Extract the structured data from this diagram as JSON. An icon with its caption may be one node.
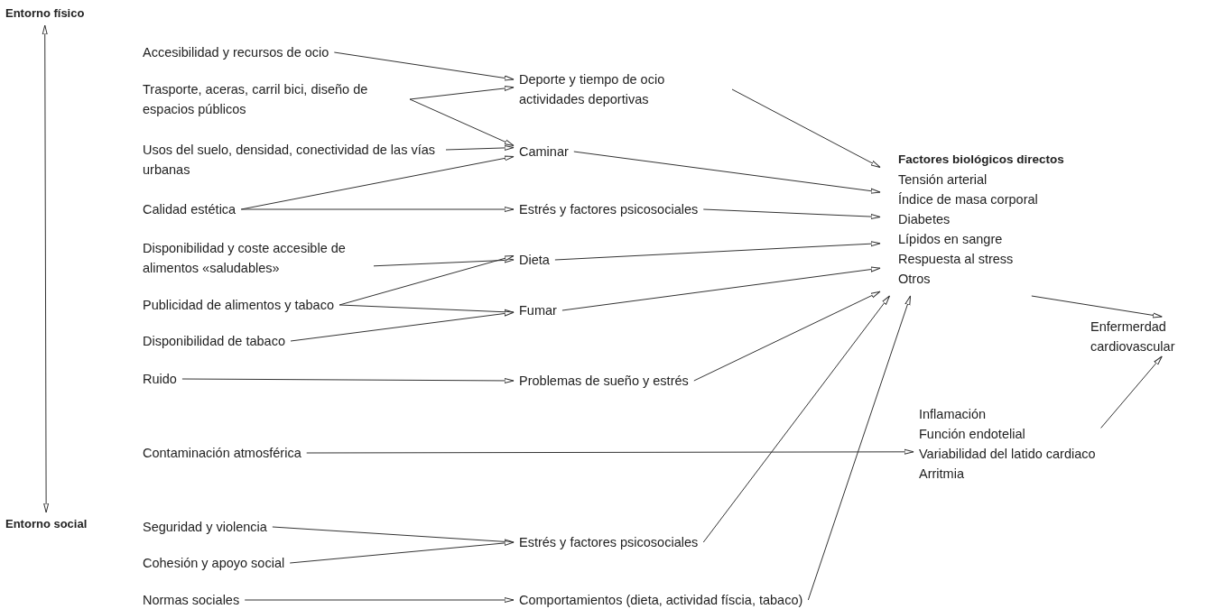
{
  "diagram": {
    "nodes": [
      {
        "text": [
          "Entorno físico"
        ]
      },
      {
        "text": [
          "Entorno social"
        ]
      },
      {
        "text": [
          "Accesibilidad y recursos de ocio"
        ]
      },
      {
        "text": [
          "Trasporte, aceras, carril bici, diseño de espacios públicos"
        ]
      },
      {
        "text": [
          "Usos del suelo, densidad, conectividad de las vías urbanas"
        ]
      },
      {
        "text": [
          "Calidad estética"
        ]
      },
      {
        "text": [
          "Disponibilidad y coste accesible de alimentos «saludables»"
        ]
      },
      {
        "text": [
          "Publicidad de alimentos y tabaco"
        ]
      },
      {
        "text": [
          "Disponibilidad de tabaco"
        ]
      },
      {
        "text": [
          "Ruido"
        ]
      },
      {
        "text": [
          "Contaminación atmosférica"
        ]
      },
      {
        "text": [
          "Seguridad y violencia"
        ]
      },
      {
        "text": [
          "Cohesión y apoyo social"
        ]
      },
      {
        "text": [
          "Normas sociales"
        ]
      },
      {
        "text": [
          "Deporte y tiempo de ocio actividades deportivas"
        ]
      },
      {
        "text": [
          "Caminar"
        ]
      },
      {
        "text": [
          "Estrés y factores psicosociales"
        ]
      },
      {
        "text": [
          "Dieta"
        ]
      },
      {
        "text": [
          "Fumar"
        ]
      },
      {
        "text": [
          "Problemas de sueño y estrés"
        ]
      },
      {
        "text": [
          "Estrés y factores psicosociales"
        ]
      },
      {
        "text": [
          "Comportamientos (dieta, actividad físcia, tabaco)"
        ]
      },
      {
        "text": [
          "Factores biológicos directos",
          "Tensión arterial",
          "Índice de masa corporal",
          "Diabetes",
          "Lípidos en sangre",
          "Respuesta al stress",
          "Otros"
        ]
      },
      {
        "text": [
          "Inflamación",
          "Función endotelial",
          "Variabilidad del latido cardiaco",
          "Arritmia"
        ]
      },
      {
        "text": [
          "Enfermerdad cardiovascular"
        ]
      }
    ],
    "edges": [
      {
        "from": 0,
        "to": 1,
        "arrow": "both"
      },
      {
        "from": 2,
        "to": 14,
        "arrow": "to"
      },
      {
        "from": 3,
        "to": 14,
        "arrow": "to"
      },
      {
        "from": 3,
        "to": 15,
        "arrow": "to"
      },
      {
        "from": 4,
        "to": 15,
        "arrow": "to"
      },
      {
        "from": 5,
        "to": 15,
        "arrow": "to"
      },
      {
        "from": 5,
        "to": 16,
        "arrow": "to"
      },
      {
        "from": 6,
        "to": 17,
        "arrow": "to"
      },
      {
        "from": 7,
        "to": 17,
        "arrow": "to"
      },
      {
        "from": 7,
        "to": 18,
        "arrow": "to"
      },
      {
        "from": 8,
        "to": 18,
        "arrow": "to"
      },
      {
        "from": 9,
        "to": 19,
        "arrow": "to"
      },
      {
        "from": 10,
        "to": 23,
        "arrow": "to"
      },
      {
        "from": 11,
        "to": 20,
        "arrow": "to"
      },
      {
        "from": 12,
        "to": 20,
        "arrow": "to"
      },
      {
        "from": 13,
        "to": 21,
        "arrow": "to"
      },
      {
        "from": 14,
        "to": 22,
        "arrow": "to"
      },
      {
        "from": 15,
        "to": 22,
        "arrow": "to"
      },
      {
        "from": 16,
        "to": 22,
        "arrow": "to"
      },
      {
        "from": 17,
        "to": 22,
        "arrow": "to"
      },
      {
        "from": 18,
        "to": 22,
        "arrow": "to"
      },
      {
        "from": 19,
        "to": 22,
        "arrow": "to"
      },
      {
        "from": 20,
        "to": 22,
        "arrow": "to"
      },
      {
        "from": 21,
        "to": 22,
        "arrow": "to"
      },
      {
        "from": 22,
        "to": 24,
        "arrow": "to"
      },
      {
        "from": 23,
        "to": 24,
        "arrow": "to"
      }
    ]
  }
}
